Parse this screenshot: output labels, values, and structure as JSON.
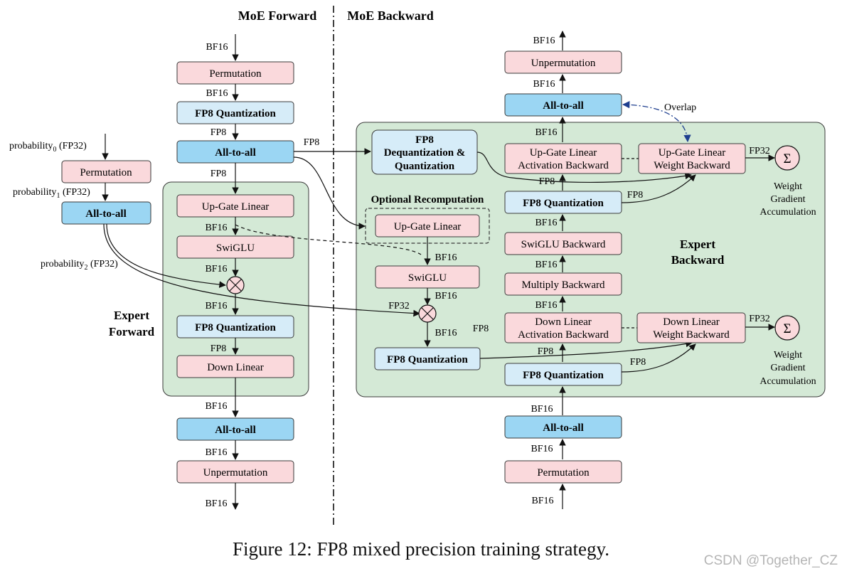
{
  "headers": {
    "forward": "MoE Forward",
    "backward": "MoE Backward"
  },
  "colors": {
    "pink": "#fad9dc",
    "lightblue": "#d6ecf8",
    "blue": "#9bd6f3",
    "green": "#d4e9d6",
    "border": "#3a3a3a"
  },
  "side": {
    "prob0": "probability",
    "prob0_sub": "0",
    "prob0_tail": " (FP32)",
    "permutation": "Permutation",
    "prob1": "probability",
    "prob1_sub": "1",
    "prob1_tail": " (FP32)",
    "alltoall": "All-to-all",
    "prob2": "probability",
    "prob2_sub": "2",
    "prob2_tail": " (FP32)"
  },
  "forward": {
    "bf16_in": "BF16",
    "permutation": "Permutation",
    "bf16_a": "BF16",
    "fp8_quant_1": "FP8 Quantization",
    "fp8_a": "FP8",
    "alltoall_1": "All-to-all",
    "fp8_b": "FP8",
    "fp8_right": "FP8",
    "upgate": "Up-Gate Linear",
    "bf16_b": "BF16",
    "swiglu": "SwiGLU",
    "bf16_c": "BF16",
    "bf16_d": "BF16",
    "fp8_quant_2": "FP8 Quantization",
    "fp8_c": "FP8",
    "down": "Down Linear",
    "expert_label_1": "Expert",
    "expert_label_2": "Forward",
    "bf16_e": "BF16",
    "alltoall_2": "All-to-all",
    "bf16_f": "BF16",
    "unpermutation": "Unpermutation",
    "bf16_out": "BF16"
  },
  "backward": {
    "bf16_out": "BF16",
    "unpermutation": "Unpermutation",
    "bf16_a": "BF16",
    "alltoall_top": "All-to-all",
    "overlap": "Overlap",
    "dequant_1": "FP8",
    "dequant_2": "Dequantization &",
    "dequant_3": "Quantization",
    "bf16_b": "BF16",
    "ug_act_1": "Up-Gate Linear",
    "ug_act_2": "Activation Backward",
    "ug_w_1": "Up-Gate Linear",
    "ug_w_2": "Weight Backward",
    "fp32_a": "FP32",
    "sigma": "Σ",
    "acc1_1": "Weight",
    "acc1_2": "Gradient",
    "acc1_3": "Accumulation",
    "fp8_a": "FP8",
    "fp8_quant_a": "FP8 Quantization",
    "fp8_b": "FP8",
    "recomp_title": "Optional Recomputation",
    "recomp_upgate": "Up-Gate Linear",
    "bf16_c": "BF16",
    "swiglu_bwd": "SwiGLU Backward",
    "expert_1": "Expert",
    "expert_2": "Backward",
    "bf16_d": "BF16",
    "recomp_swiglu": "SwiGLU",
    "bf16_e": "BF16",
    "multiply_bwd": "Multiply Backward",
    "bf16_f": "BF16",
    "fp32_b": "FP32",
    "down_act_1": "Down Linear",
    "down_act_2": "Activation Backward",
    "down_w_1": "Down Linear",
    "down_w_2": "Weight Backward",
    "fp32_c": "FP32",
    "bf16_g": "BF16",
    "fp8_c": "FP8",
    "acc2_1": "Weight",
    "acc2_2": "Gradient",
    "acc2_3": "Accumulation",
    "fp8_d": "FP8",
    "recomp_fp8quant": "FP8 Quantization",
    "fp8_quant_b": "FP8 Quantization",
    "fp8_e": "FP8",
    "bf16_h": "BF16",
    "alltoall_bottom": "All-to-all",
    "bf16_i": "BF16",
    "permutation": "Permutation",
    "bf16_in": "BF16"
  },
  "caption": "Figure 12: FP8 mixed precision training strategy.",
  "watermark": "CSDN @Together_CZ"
}
